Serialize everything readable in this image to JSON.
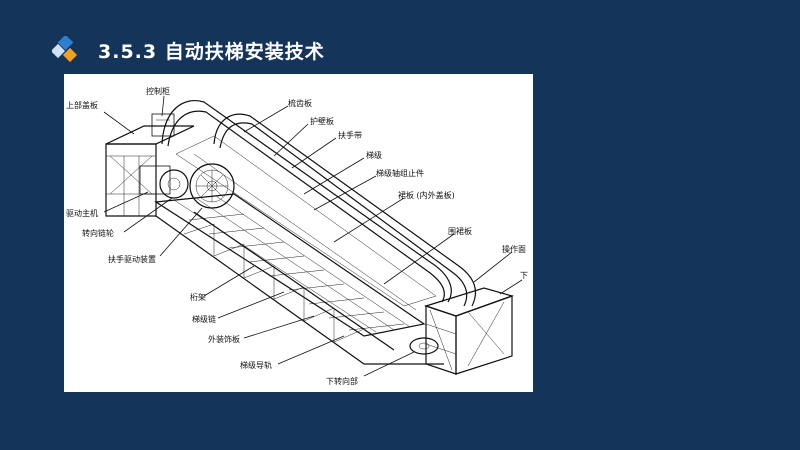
{
  "header": {
    "title": "3.5.3 自动扶梯安装技术"
  },
  "diagram": {
    "labels": {
      "upper_cover": "上部盖板",
      "control_box": "控制柜",
      "comb_plate": "梳齿板",
      "guard_panel": "护壁板",
      "handrail": "扶手带",
      "step": "梯级",
      "step_pin": "梯级轴组止件",
      "skirt": "裙板 (内外盖板)",
      "enclosure": "围裙板",
      "operation_panel": "操作面",
      "drive_motor": "驱动主机",
      "reverse_sprocket": "转向链轮",
      "handrail_drive": "扶手驱动装置",
      "truss": "桁架",
      "step_chain": "梯级链",
      "exterior_panel": "外装饰板",
      "step_guide": "梯级导轨",
      "lower_return": "下转向部",
      "lower": "下"
    }
  },
  "colors": {
    "background": "#14345a",
    "logo_blue": "#2f7fd0",
    "logo_light": "#cfe3f6",
    "logo_orange": "#f2a024"
  }
}
